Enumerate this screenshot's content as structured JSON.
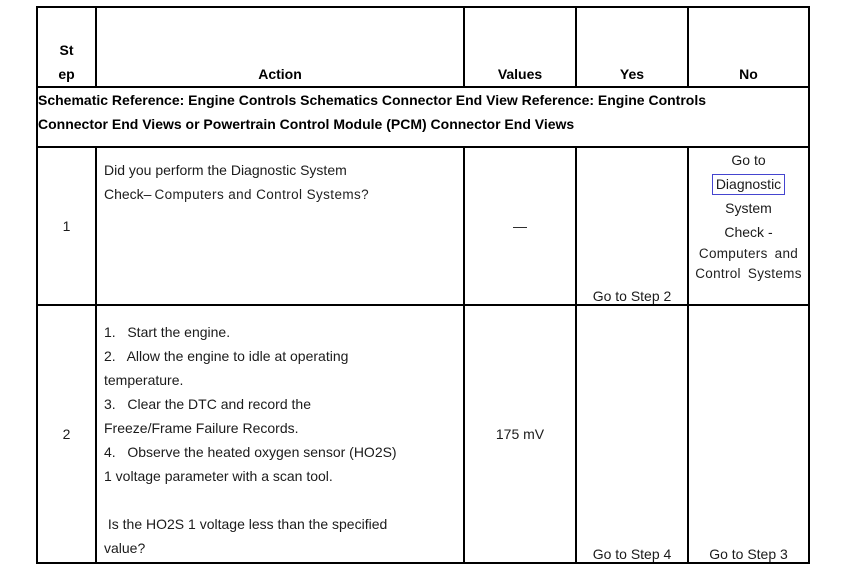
{
  "table": {
    "header": {
      "step_line1": "St",
      "step_line2": "ep",
      "action": "Action",
      "values": "Values",
      "yes": "Yes",
      "no": "No"
    },
    "schematic_note": {
      "line1": "Schematic Reference: Engine Controls Schematics Connector End View Reference: Engine Controls",
      "line2": "Connector End Views or Powertrain Control Module (PCM) Connector End Views"
    },
    "rows": [
      {
        "step": "1",
        "action_line1": "Did you perform the Diagnostic System",
        "action_line2_main": "Check–",
        "action_line2_sub": "Computers and Control Systems?",
        "values": "—",
        "yes": "Go to Step 2",
        "no_line1": "Go to",
        "no_link": "Diagnostic",
        "no_line3": "System",
        "no_line4": "Check -",
        "no_sub1": "Computers and",
        "no_sub2": "Control Systems",
        "link_box_color": "#4545cf"
      },
      {
        "step": "2",
        "action_lines": [
          "1.   Start the engine.",
          "2.   Allow the engine to idle at operating",
          "temperature.",
          "3.   Clear the DTC and record the",
          "Freeze/Frame Failure Records.",
          "4.   Observe the heated oxygen sensor (HO2S)",
          "1 voltage parameter with a scan tool."
        ],
        "question_lines": [
          " Is the HO2S 1 voltage less than the specified",
          "value?"
        ],
        "values": "175 mV",
        "yes": "Go to Step 4",
        "no": "Go to Step 3"
      }
    ]
  }
}
